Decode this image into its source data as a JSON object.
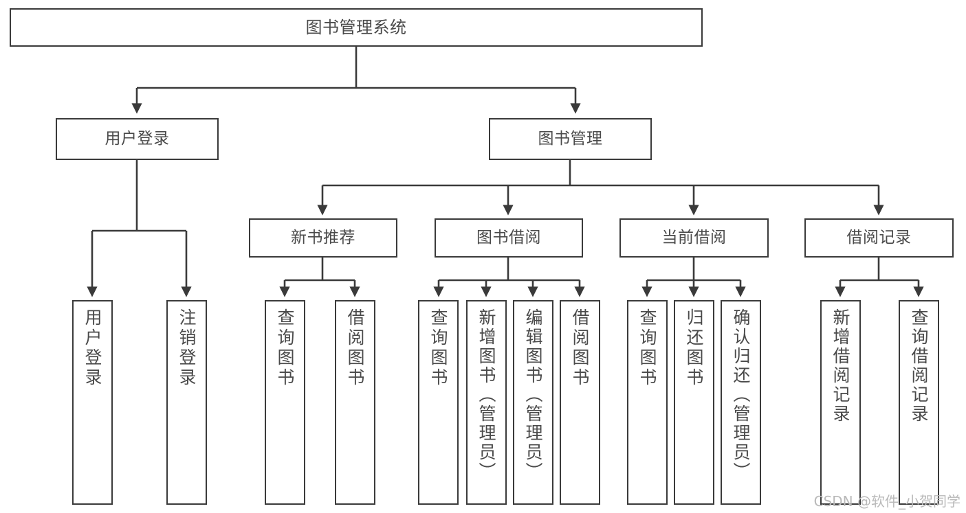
{
  "diagram": {
    "title": "图书管理系统",
    "type": "hierarchy-tree",
    "watermark": "CSDN @软件_小贺同学",
    "colors": {
      "border": "#3a3a3a",
      "text": "#4a4a4a",
      "background": "#ffffff",
      "watermark": "#b9b9b9"
    },
    "levels": {
      "root": [
        "图书管理系统"
      ],
      "level2": [
        "用户登录",
        "图书管理"
      ],
      "level3": [
        "新书推荐",
        "图书借阅",
        "当前借阅",
        "借阅记录"
      ],
      "leaves": [
        "用户登录",
        "注销登录",
        "查询图书",
        "借阅图书",
        "查询图书",
        "新增图书（管理员）",
        "编辑图书（管理员）",
        "借阅图书",
        "查询图书",
        "归还图书",
        "确认归还（管理员）",
        "新增借阅记录",
        "查询借阅记录"
      ]
    },
    "nodes": {
      "root": {
        "label": "图书管理系统"
      },
      "user_login": {
        "label": "用户登录"
      },
      "book_manage": {
        "label": "图书管理"
      },
      "new_book_rec": {
        "label": "新书推荐"
      },
      "book_borrow": {
        "label": "图书借阅"
      },
      "current_borrow": {
        "label": "当前借阅"
      },
      "borrow_record": {
        "label": "借阅记录"
      },
      "leaf_user_login": {
        "label": "用户登录"
      },
      "leaf_user_logout": {
        "label": "注销登录"
      },
      "leaf_query_book_1": {
        "label": "查询图书"
      },
      "leaf_borrow_book_1": {
        "label": "借阅图书"
      },
      "leaf_query_book_2": {
        "label": "查询图书"
      },
      "leaf_add_book": {
        "label": "新增图书（管理员）"
      },
      "leaf_edit_book": {
        "label": "编辑图书（管理员）"
      },
      "leaf_borrow_book_2": {
        "label": "借阅图书"
      },
      "leaf_query_book_3": {
        "label": "查询图书"
      },
      "leaf_return_book": {
        "label": "归还图书"
      },
      "leaf_confirm_return": {
        "label": "确认归还（管理员）"
      },
      "leaf_add_record": {
        "label": "新增借阅记录"
      },
      "leaf_query_record": {
        "label": "查询借阅记录"
      }
    }
  }
}
